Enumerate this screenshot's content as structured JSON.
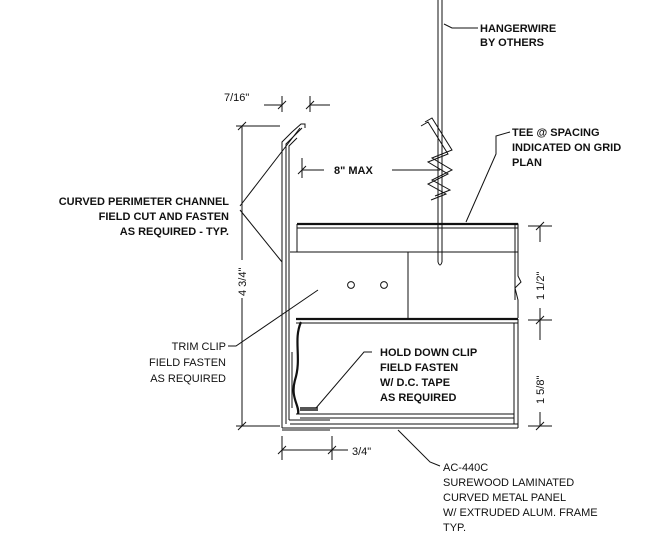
{
  "drawing": {
    "hangerwire": [
      "HANGERWIRE",
      "BY OTHERS"
    ],
    "tee": [
      "TEE @ SPACING",
      "INDICATED ON GRID",
      "PLAN"
    ],
    "dim_7_16": "7/16\"",
    "dim_8_max": "8\" MAX",
    "perimeter": [
      "CURVED PERIMETER CHANNEL",
      "FIELD CUT AND FASTEN",
      "AS REQUIRED - TYP."
    ],
    "dim_4_3_4": "4 3/4\"",
    "dim_1_1_2": "1 1/2\"",
    "dim_1_5_8": "1 5/8\"",
    "trim_clip": [
      "TRIM CLIP",
      "FIELD FASTEN",
      "AS REQUIRED"
    ],
    "hold_down": [
      "HOLD DOWN CLIP",
      "FIELD FASTEN",
      "W/ D.C. TAPE",
      "AS REQUIRED"
    ],
    "dim_3_4": "3/4\"",
    "panel": [
      "AC-440C",
      "SUREWOOD LAMINATED",
      "CURVED METAL PANEL",
      "W/ EXTRUDED ALUM. FRAME",
      "TYP."
    ]
  }
}
